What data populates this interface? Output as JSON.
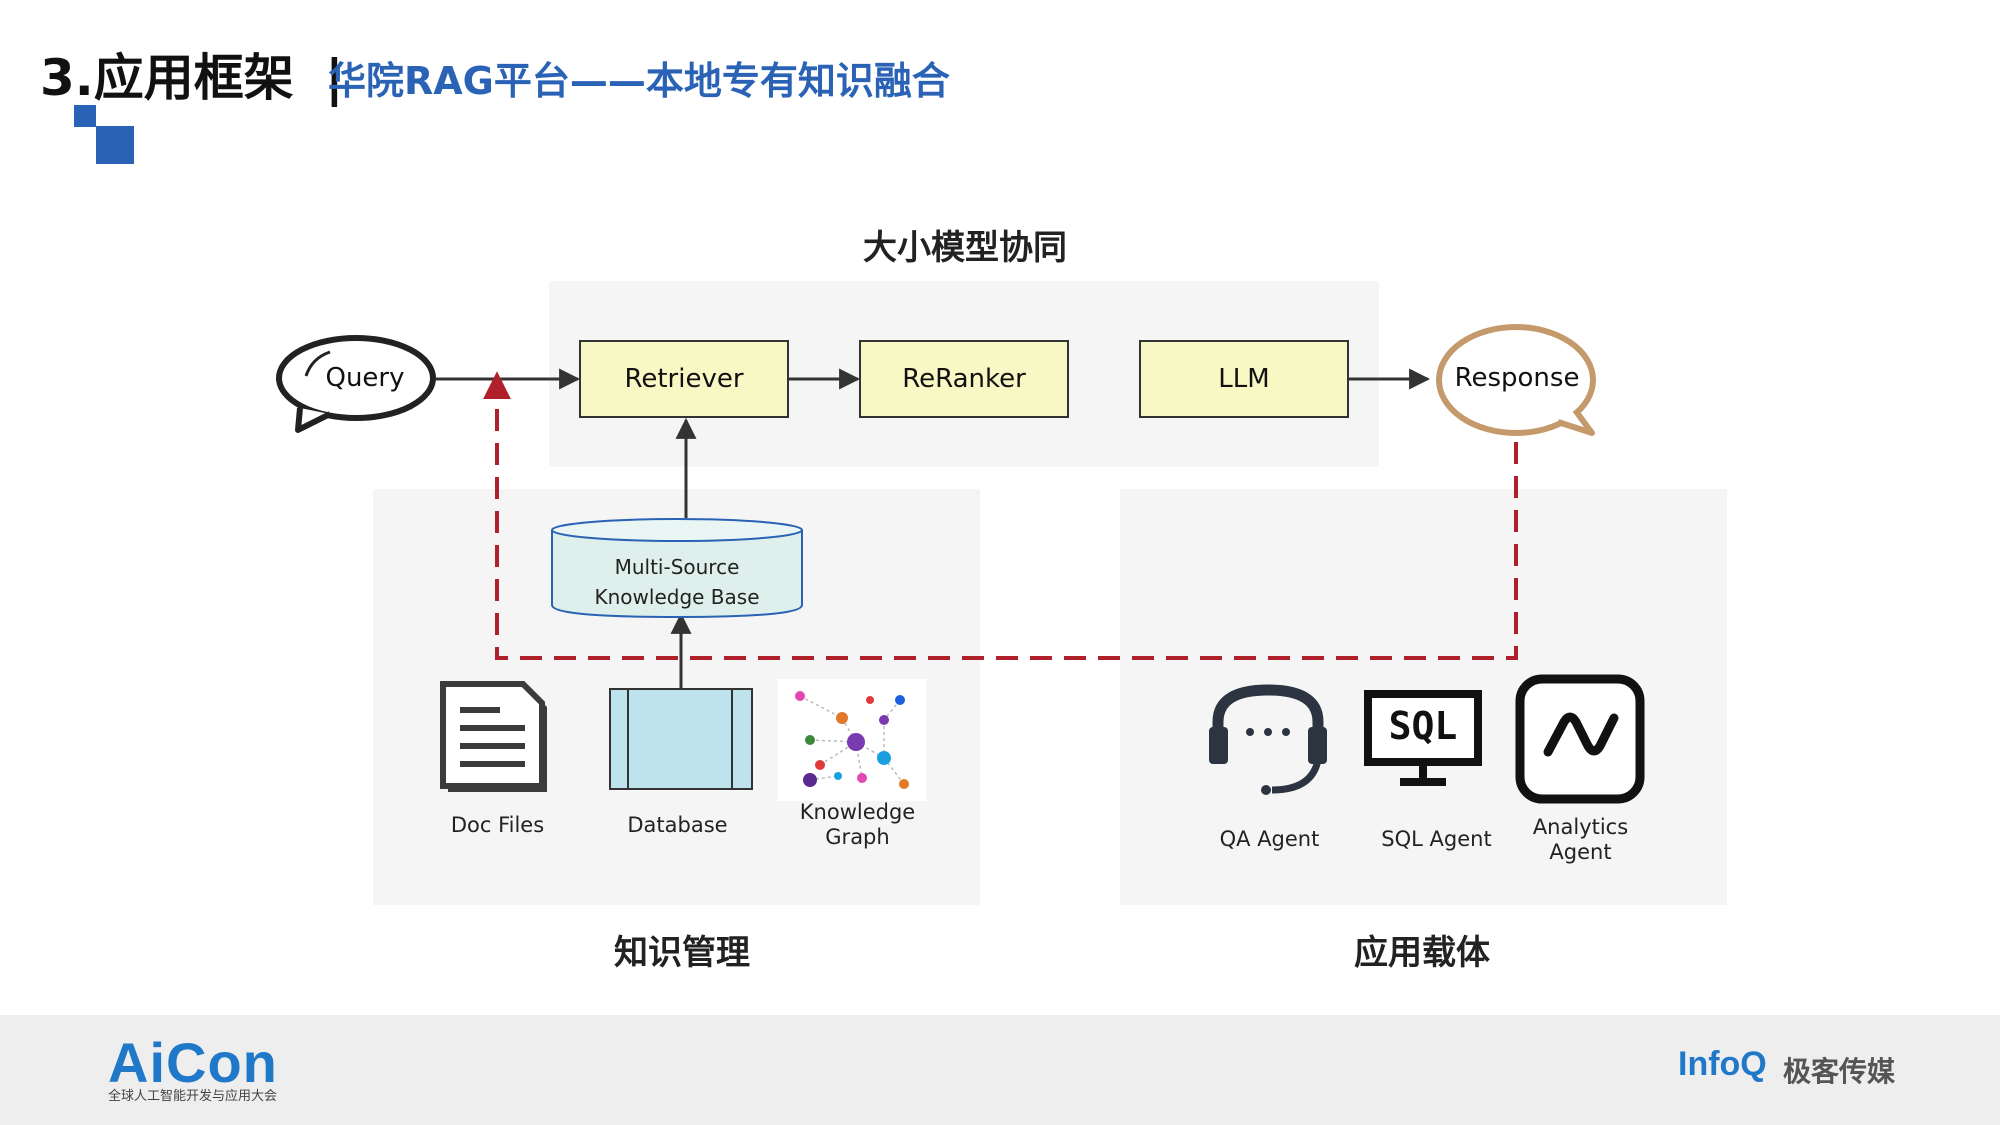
{
  "header": {
    "title": "3.应用框架",
    "separator": "|",
    "subtitle": "华院RAG平台——本地专有知识融合"
  },
  "diagram": {
    "top_section_title": "大小模型协同",
    "query_label": "Query",
    "response_label": "Response",
    "retriever_label": "Retriever",
    "reranker_label": "ReRanker",
    "llm_label": "LLM",
    "kb_line1": "Multi-Source",
    "kb_line2": "Knowledge Base",
    "sources": {
      "doc_files": "Doc Files",
      "database": "Database",
      "kg_line1": "Knowledge",
      "kg_line2": "Graph"
    },
    "agents": {
      "qa": "QA Agent",
      "sql": "SQL Agent",
      "sql_icon_text": "SQL",
      "analytics_line1": "Analytics",
      "analytics_line2": "Agent"
    },
    "left_section_title": "知识管理",
    "right_section_title": "应用载体",
    "colors": {
      "box_fill": "#f8f8c4",
      "kb_fill": "#dff0ec",
      "db_fill": "#bfe3ec",
      "dashed_line": "#b0202a",
      "response_outline": "#c49a6c",
      "brand_blue": "#2a62b5"
    }
  },
  "footer": {
    "aicon_logo": "AiCon",
    "aicon_tagline": "全球人工智能开发与应用大会",
    "infoq_logo": "InfoQ",
    "jike_logo": "极客传媒"
  }
}
